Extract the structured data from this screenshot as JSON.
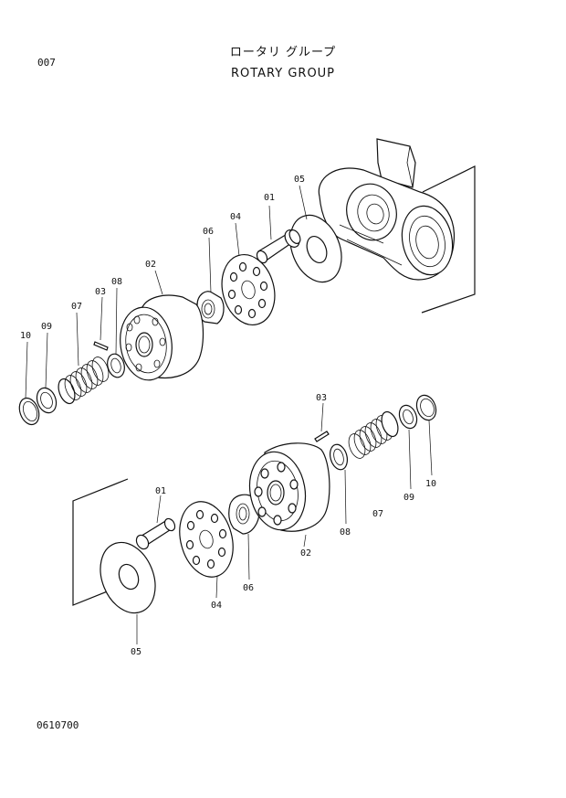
{
  "header": {
    "page_code": "007",
    "title_jp": "ロータリ グループ",
    "title_en": "ROTARY GROUP"
  },
  "footer": {
    "drawing_number": "0610700"
  },
  "callouts": {
    "upper": {
      "c01": "01",
      "c02": "02",
      "c03": "03",
      "c04": "04",
      "c05": "05",
      "c06": "06",
      "c07": "07",
      "c08": "08",
      "c09": "09",
      "c10": "10"
    },
    "lower": {
      "c01": "01",
      "c02": "02",
      "c03": "03",
      "c04": "04",
      "c05": "05",
      "c06": "06",
      "c07": "07",
      "c08": "08",
      "c09": "09",
      "c10": "10"
    }
  }
}
